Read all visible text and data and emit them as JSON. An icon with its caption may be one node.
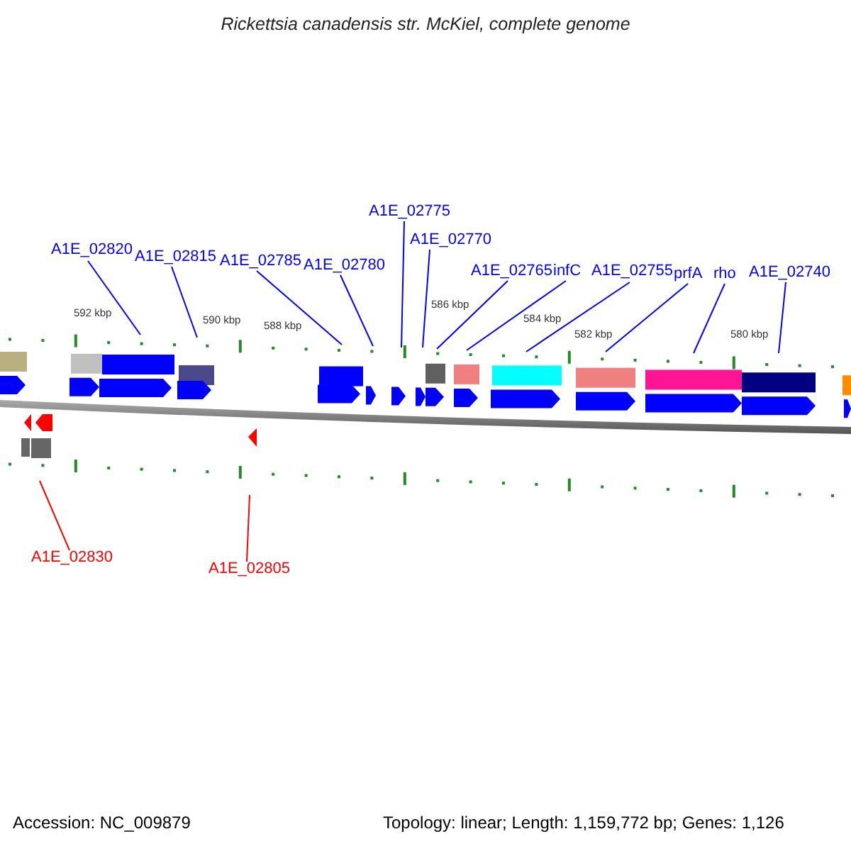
{
  "diagram": {
    "title": "Rickettsia canadensis str. McKiel, complete genome",
    "nodes": [
      {
        "text": [
          "A1E_02820"
        ]
      },
      {
        "text": [
          "A1E_02815"
        ]
      },
      {
        "text": [
          "A1E_02785"
        ]
      },
      {
        "text": [
          "A1E_02780"
        ]
      },
      {
        "text": [
          "A1E_02775"
        ]
      },
      {
        "text": [
          "A1E_02770"
        ]
      },
      {
        "text": [
          "A1E_02765"
        ]
      },
      {
        "text": [
          "infC"
        ]
      },
      {
        "text": [
          "A1E_02755"
        ]
      },
      {
        "text": [
          "prfA"
        ]
      },
      {
        "text": [
          "rho"
        ]
      },
      {
        "text": [
          "A1E_02740"
        ]
      },
      {
        "text": [
          "A1E_02830"
        ]
      },
      {
        "text": [
          "A1E_02805"
        ]
      }
    ],
    "edges": [
      {
        "from": 0,
        "to": null,
        "arrow": "none"
      },
      {
        "from": 1,
        "to": null,
        "arrow": "none"
      },
      {
        "from": 2,
        "to": null,
        "arrow": "none"
      },
      {
        "from": 3,
        "to": null,
        "arrow": "none"
      },
      {
        "from": 4,
        "to": null,
        "arrow": "none"
      },
      {
        "from": 5,
        "to": null,
        "arrow": "none"
      },
      {
        "from": 6,
        "to": null,
        "arrow": "none"
      },
      {
        "from": 7,
        "to": null,
        "arrow": "none"
      },
      {
        "from": 8,
        "to": null,
        "arrow": "none"
      },
      {
        "from": 9,
        "to": null,
        "arrow": "none"
      },
      {
        "from": 10,
        "to": null,
        "arrow": "none"
      },
      {
        "from": 11,
        "to": null,
        "arrow": "none"
      },
      {
        "from": 12,
        "to": null,
        "arrow": "none",
        "color": "#ff0000"
      },
      {
        "from": 13,
        "to": null,
        "arrow": "none",
        "color": "#ff0000"
      }
    ],
    "labels": [
      "592 kbp",
      "590 kbp",
      "588 kbp",
      "586 kbp",
      "584 kbp",
      "582 kbp",
      "580 kbp",
      "Accession: NC_009879",
      "Topology: linear; Length: 1,159,772 bp; Genes: 1,126"
    ]
  }
}
